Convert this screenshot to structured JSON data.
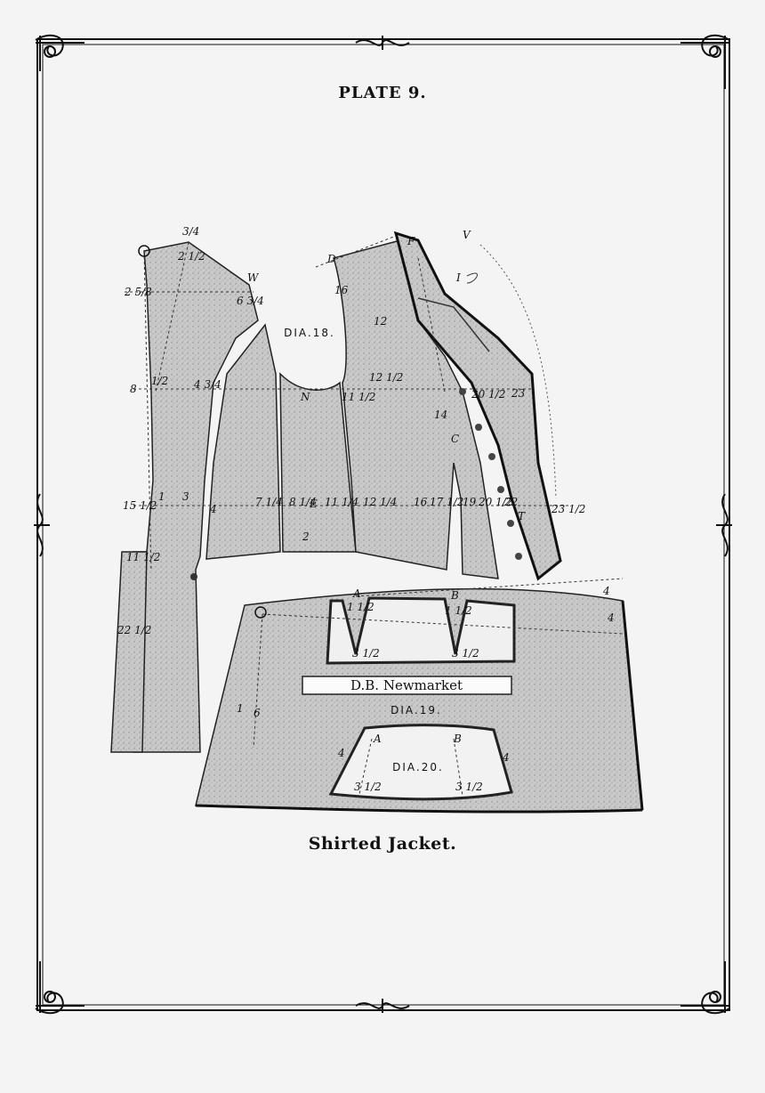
{
  "plate_title": "PLATE 9.",
  "caption": "Shirted Jacket.",
  "label_plate_name": "D.B. Newmarket",
  "diagrams": {
    "dia18": "DIA.18.",
    "dia19": "DIA.19.",
    "dia20": "DIA.20."
  },
  "letters": [
    "W",
    "D",
    "F",
    "V",
    "I",
    "N",
    "E",
    "C",
    "T",
    "A",
    "B",
    "A",
    "B"
  ],
  "measurements": [
    "3/4",
    "2 1/2",
    "2 5/8",
    "6 3/4",
    "8",
    "1/2",
    "4 3/4",
    "12 1/2",
    "11 1/2",
    "20 1/2",
    "23",
    "15 1/2",
    "1",
    "3",
    "4",
    "7 1/4",
    "8 1/4",
    "11 1/4",
    "12 1/4",
    "16",
    "17 1/2",
    "19",
    "20 1/2",
    "22",
    "23 1/2",
    "11 1/2",
    "22 1/2",
    "2",
    "1 1/2",
    "3 1/2",
    "1 1/2",
    "3 1/2",
    "1",
    "6",
    "3 1/2",
    "3 1/2",
    "4",
    "4",
    "4",
    "4",
    "16",
    "12",
    "14"
  ]
}
